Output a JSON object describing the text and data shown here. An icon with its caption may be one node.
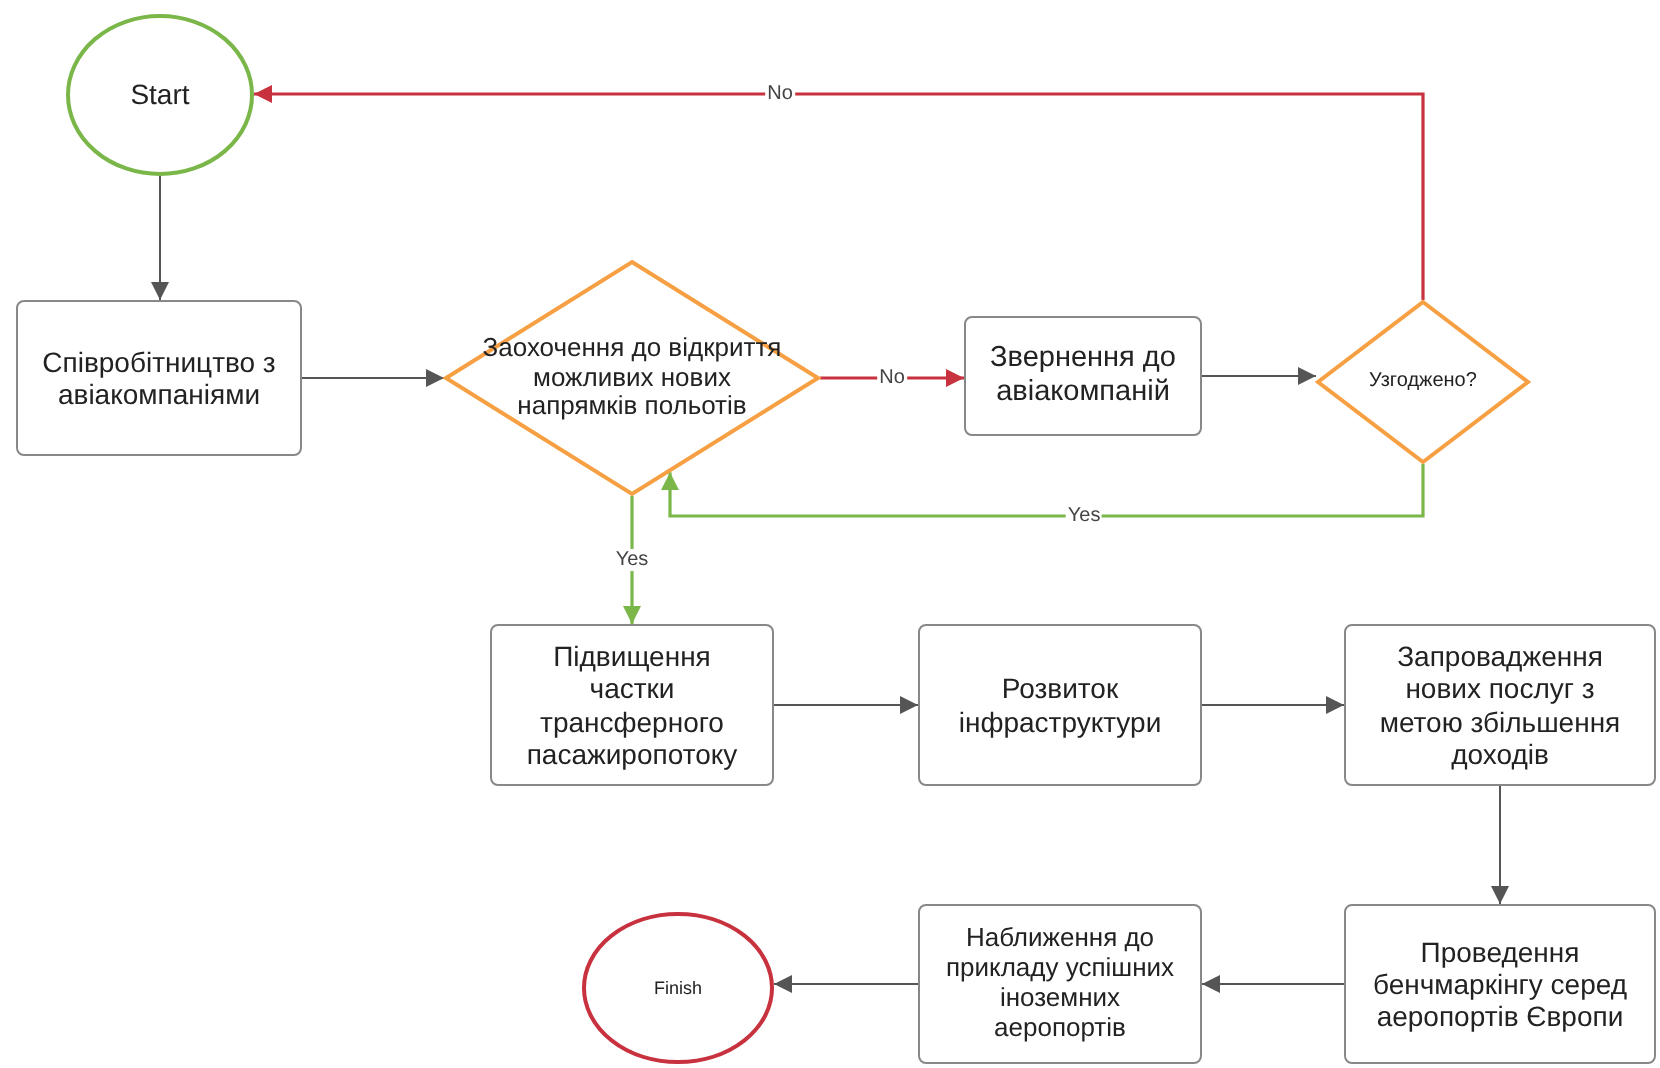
{
  "diagram": {
    "nodes": [
      {
        "text": [
          "Start"
        ]
      },
      {
        "text": [
          "Співробітництво з авіакомпаніями"
        ]
      },
      {
        "text": [
          "Заохочення до відкриття можливих нових напрямків польотів"
        ]
      },
      {
        "text": [
          "Звернення до авіакомпаній"
        ]
      },
      {
        "text": [
          "Узгоджено?"
        ]
      },
      {
        "text": [
          "Підвищення частки трансферного пасажиропотоку"
        ]
      },
      {
        "text": [
          "Розвиток інфраструктури"
        ]
      },
      {
        "text": [
          "Запровадження нових послуг з метою збільшення доходів"
        ]
      },
      {
        "text": [
          "Проведення бенчмаркінгу серед аеропортів Європи"
        ]
      },
      {
        "text": [
          "Наближення до прикладу успішних іноземних аеропортів"
        ]
      },
      {
        "text": [
          "Finish"
        ]
      }
    ],
    "edges": [
      {
        "from": 0,
        "to": 1,
        "arrow": "to"
      },
      {
        "from": 1,
        "to": 2,
        "arrow": "to"
      },
      {
        "from": 2,
        "to": 3,
        "arrow": "to",
        "label": "No",
        "color": "#c8313e"
      },
      {
        "from": 3,
        "to": 4,
        "arrow": "to"
      },
      {
        "from": 4,
        "to": 0,
        "arrow": "to",
        "label": "No",
        "color": "#c8313e"
      },
      {
        "from": 4,
        "to": 2,
        "arrow": "to",
        "label": "Yes",
        "color": "#7ab648"
      },
      {
        "from": 2,
        "to": 5,
        "arrow": "to",
        "label": "Yes",
        "color": "#7ab648"
      },
      {
        "from": 5,
        "to": 6,
        "arrow": "to"
      },
      {
        "from": 6,
        "to": 7,
        "arrow": "to"
      },
      {
        "from": 7,
        "to": 8,
        "arrow": "to"
      },
      {
        "from": 8,
        "to": 9,
        "arrow": "to"
      },
      {
        "from": 9,
        "to": 10,
        "arrow": "to"
      }
    ]
  }
}
